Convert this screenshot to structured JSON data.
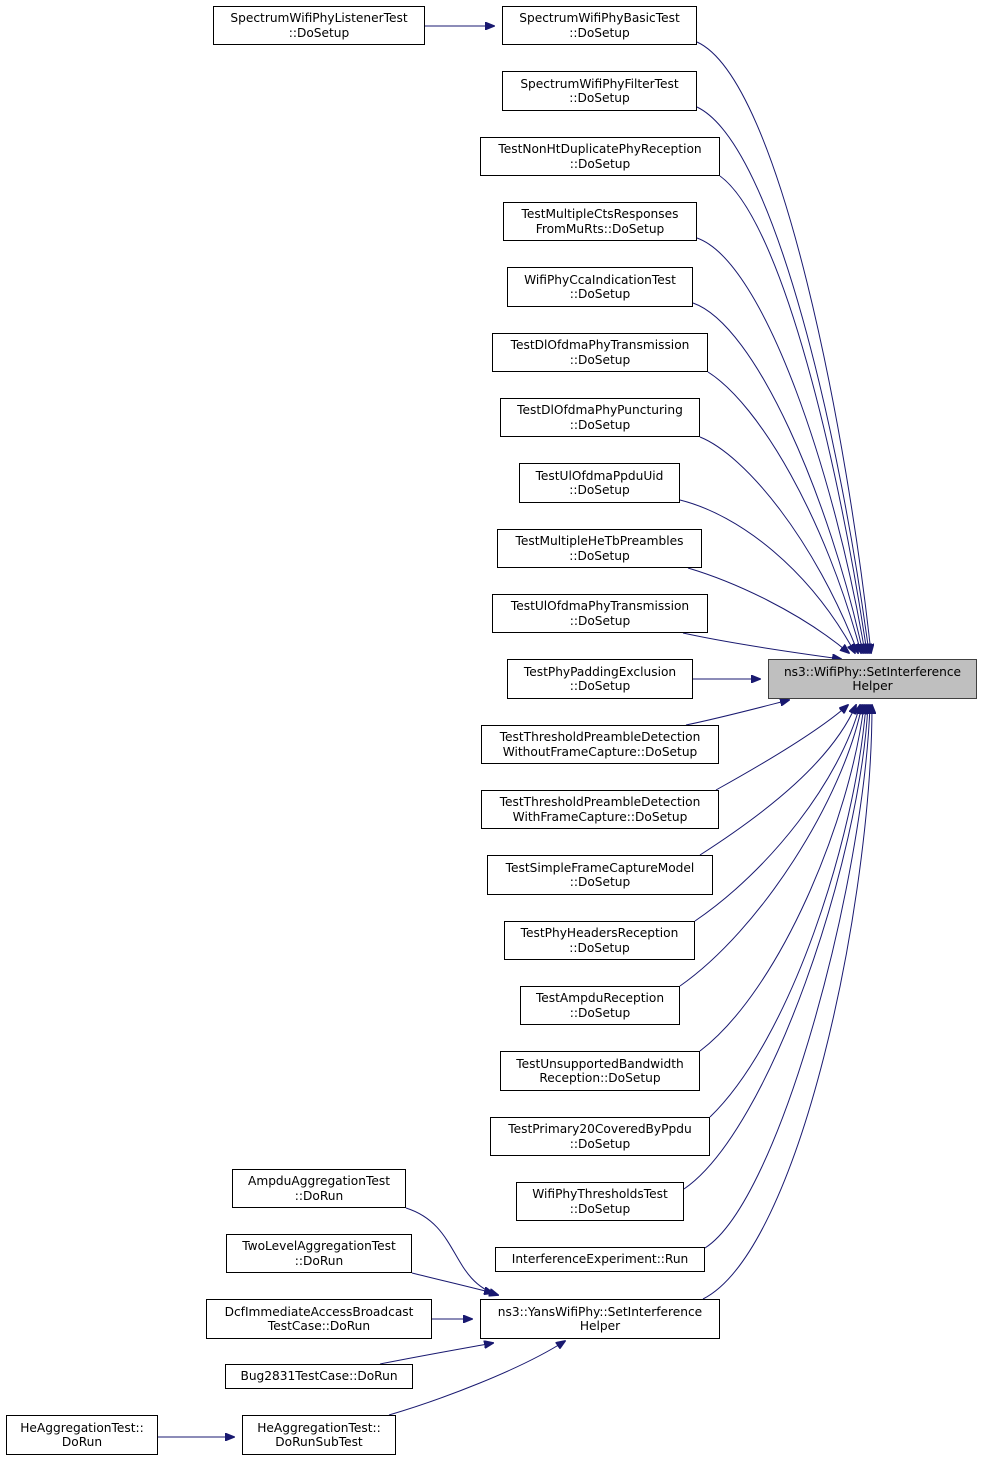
{
  "colors": {
    "edge": "#191970",
    "node_border": "#000000",
    "focus_fill": "#bfbfbf"
  },
  "nodes": [
    {
      "id": "set_interference_helper",
      "lines": [
        "ns3::WifiPhy::SetInterference",
        "Helper"
      ],
      "focus": true
    },
    {
      "id": "spectrum_basic_test",
      "lines": [
        "SpectrumWifiPhyBasicTest",
        "::DoSetup"
      ]
    },
    {
      "id": "spectrum_listener_test",
      "lines": [
        "SpectrumWifiPhyListenerTest",
        "::DoSetup"
      ]
    },
    {
      "id": "spectrum_filter_test",
      "lines": [
        "SpectrumWifiPhyFilterTest",
        "::DoSetup"
      ]
    },
    {
      "id": "test_non_ht_duplicate",
      "lines": [
        "TestNonHtDuplicatePhyReception",
        "::DoSetup"
      ]
    },
    {
      "id": "test_multiple_cts",
      "lines": [
        "TestMultipleCtsResponses",
        "FromMuRts::DoSetup"
      ]
    },
    {
      "id": "wifi_phy_cca_indication",
      "lines": [
        "WifiPhyCcaIndicationTest",
        "::DoSetup"
      ]
    },
    {
      "id": "test_dl_ofdma_transmission",
      "lines": [
        "TestDlOfdmaPhyTransmission",
        "::DoSetup"
      ]
    },
    {
      "id": "test_dl_ofdma_puncturing",
      "lines": [
        "TestDlOfdmaPhyPuncturing",
        "::DoSetup"
      ]
    },
    {
      "id": "test_ul_ofdma_ppdu_uid",
      "lines": [
        "TestUlOfdmaPpduUid",
        "::DoSetup"
      ]
    },
    {
      "id": "test_multiple_he_tb_preambles",
      "lines": [
        "TestMultipleHeTbPreambles",
        "::DoSetup"
      ]
    },
    {
      "id": "test_ul_ofdma_transmission",
      "lines": [
        "TestUlOfdmaPhyTransmission",
        "::DoSetup"
      ]
    },
    {
      "id": "test_phy_padding_exclusion",
      "lines": [
        "TestPhyPaddingExclusion",
        "::DoSetup"
      ]
    },
    {
      "id": "test_threshold_without_capture",
      "lines": [
        "TestThresholdPreambleDetection",
        "WithoutFrameCapture::DoSetup"
      ]
    },
    {
      "id": "test_threshold_with_capture",
      "lines": [
        "TestThresholdPreambleDetection",
        "WithFrameCapture::DoSetup"
      ]
    },
    {
      "id": "test_simple_frame_capture",
      "lines": [
        "TestSimpleFrameCaptureModel",
        "::DoSetup"
      ]
    },
    {
      "id": "test_phy_headers_reception",
      "lines": [
        "TestPhyHeadersReception",
        "::DoSetup"
      ]
    },
    {
      "id": "test_ampdu_reception",
      "lines": [
        "TestAmpduReception",
        "::DoSetup"
      ]
    },
    {
      "id": "test_unsupported_bandwidth",
      "lines": [
        "TestUnsupportedBandwidth",
        "Reception::DoSetup"
      ]
    },
    {
      "id": "test_primary20_covered",
      "lines": [
        "TestPrimary20CoveredByPpdu",
        "::DoSetup"
      ]
    },
    {
      "id": "wifi_phy_thresholds_test",
      "lines": [
        "WifiPhyThresholdsTest",
        "::DoSetup"
      ]
    },
    {
      "id": "interference_experiment_run",
      "lines": [
        "InterferenceExperiment::Run"
      ]
    },
    {
      "id": "yans_set_interference_helper",
      "lines": [
        "ns3::YansWifiPhy::SetInterference",
        "Helper"
      ]
    },
    {
      "id": "ampdu_aggregation_test",
      "lines": [
        "AmpduAggregationTest",
        "::DoRun"
      ]
    },
    {
      "id": "two_level_aggregation_test",
      "lines": [
        "TwoLevelAggregationTest",
        "::DoRun"
      ]
    },
    {
      "id": "dcf_immediate_access",
      "lines": [
        "DcfImmediateAccessBroadcast",
        "TestCase::DoRun"
      ]
    },
    {
      "id": "bug2831_test_case",
      "lines": [
        "Bug2831TestCase::DoRun"
      ]
    },
    {
      "id": "he_aggregation_do_run_sub",
      "lines": [
        "HeAggregationTest::",
        "DoRunSubTest"
      ]
    },
    {
      "id": "he_aggregation_do_run",
      "lines": [
        "HeAggregationTest::",
        "DoRun"
      ]
    }
  ],
  "edges": [
    {
      "from": "spectrum_basic_test",
      "to": "set_interference_helper"
    },
    {
      "from": "spectrum_listener_test",
      "to": "spectrum_basic_test"
    },
    {
      "from": "spectrum_filter_test",
      "to": "set_interference_helper"
    },
    {
      "from": "test_non_ht_duplicate",
      "to": "set_interference_helper"
    },
    {
      "from": "test_multiple_cts",
      "to": "set_interference_helper"
    },
    {
      "from": "wifi_phy_cca_indication",
      "to": "set_interference_helper"
    },
    {
      "from": "test_dl_ofdma_transmission",
      "to": "set_interference_helper"
    },
    {
      "from": "test_dl_ofdma_puncturing",
      "to": "set_interference_helper"
    },
    {
      "from": "test_ul_ofdma_ppdu_uid",
      "to": "set_interference_helper"
    },
    {
      "from": "test_multiple_he_tb_preambles",
      "to": "set_interference_helper"
    },
    {
      "from": "test_ul_ofdma_transmission",
      "to": "set_interference_helper"
    },
    {
      "from": "test_phy_padding_exclusion",
      "to": "set_interference_helper"
    },
    {
      "from": "test_threshold_without_capture",
      "to": "set_interference_helper"
    },
    {
      "from": "test_threshold_with_capture",
      "to": "set_interference_helper"
    },
    {
      "from": "test_simple_frame_capture",
      "to": "set_interference_helper"
    },
    {
      "from": "test_phy_headers_reception",
      "to": "set_interference_helper"
    },
    {
      "from": "test_ampdu_reception",
      "to": "set_interference_helper"
    },
    {
      "from": "test_unsupported_bandwidth",
      "to": "set_interference_helper"
    },
    {
      "from": "test_primary20_covered",
      "to": "set_interference_helper"
    },
    {
      "from": "wifi_phy_thresholds_test",
      "to": "set_interference_helper"
    },
    {
      "from": "interference_experiment_run",
      "to": "set_interference_helper"
    },
    {
      "from": "yans_set_interference_helper",
      "to": "set_interference_helper"
    },
    {
      "from": "ampdu_aggregation_test",
      "to": "yans_set_interference_helper"
    },
    {
      "from": "two_level_aggregation_test",
      "to": "yans_set_interference_helper"
    },
    {
      "from": "dcf_immediate_access",
      "to": "yans_set_interference_helper"
    },
    {
      "from": "bug2831_test_case",
      "to": "yans_set_interference_helper"
    },
    {
      "from": "he_aggregation_do_run_sub",
      "to": "yans_set_interference_helper"
    },
    {
      "from": "he_aggregation_do_run",
      "to": "he_aggregation_do_run_sub"
    }
  ]
}
